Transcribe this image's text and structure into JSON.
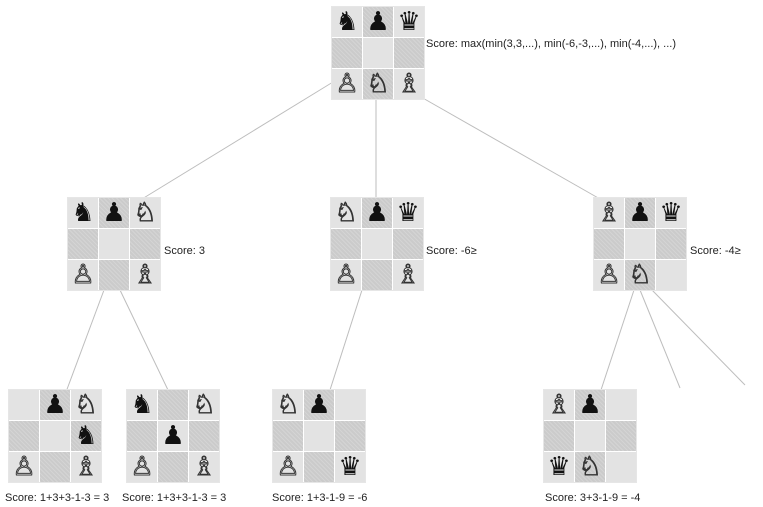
{
  "nodes": {
    "root": {
      "score": "Score: max(min(3,3,...), min(-6,-3,...), min(-4,...), ...)",
      "squares": [
        "bN",
        "bP",
        "bQ",
        "",
        "",
        "",
        "wP",
        "wN",
        "wB"
      ]
    },
    "a": {
      "score": "Score: 3",
      "squares": [
        "bN",
        "bP",
        "wN",
        "",
        "",
        "",
        "wP",
        "",
        "wB"
      ]
    },
    "b": {
      "score": "Score: -6≥",
      "squares": [
        "wN",
        "bP",
        "bQ",
        "",
        "",
        "",
        "wP",
        "",
        "wB"
      ]
    },
    "c": {
      "score": "Score: -4≥",
      "squares": [
        "wB",
        "bP",
        "bQ",
        "",
        "",
        "",
        "wP",
        "wN",
        ""
      ]
    },
    "a1": {
      "score": "Score: 1+3+3-1-3 = 3",
      "squares": [
        "",
        "bP",
        "wN",
        "",
        "",
        "bN",
        "wP",
        "",
        "wB"
      ]
    },
    "a2": {
      "score": "Score: 1+3+3-1-3 = 3",
      "squares": [
        "bN",
        "",
        "wN",
        "",
        "bP",
        "",
        "wP",
        "",
        "wB"
      ]
    },
    "b1": {
      "score": "Score: 1+3-1-9 = -6",
      "squares": [
        "wN",
        "bP",
        "",
        "",
        "",
        "",
        "wP",
        "",
        "bQ"
      ]
    },
    "c1": {
      "score": "Score: 3+3-1-9 = -4",
      "squares": [
        "wB",
        "bP",
        "",
        "",
        "",
        "",
        "bQ",
        "wN",
        ""
      ]
    }
  },
  "glyphs": {
    "wN": "♘",
    "wP": "♙",
    "wB": "♗",
    "bN": "♞",
    "bP": "♟",
    "bQ": "♛"
  },
  "colors": {
    "edge": "#bdbdbd",
    "light_square": "#e3e3e3",
    "dark_square": "#cbcbcb"
  }
}
